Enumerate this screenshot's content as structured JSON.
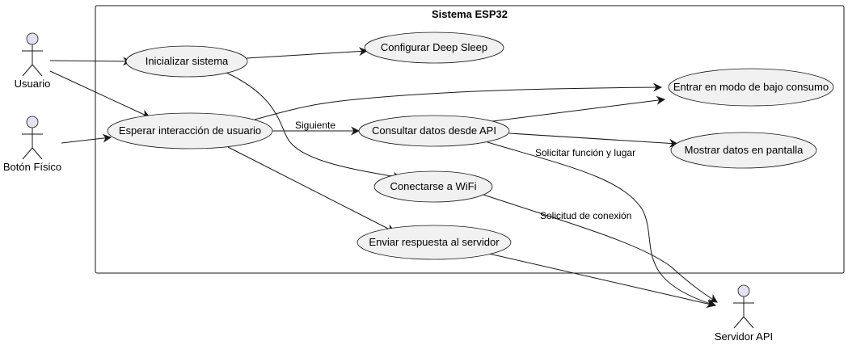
{
  "system": {
    "title": "Sistema ESP32"
  },
  "actors": {
    "usuario": "Usuario",
    "boton": "Botón Físico",
    "servidor": "Servidor API"
  },
  "usecases": {
    "inicializar": "Inicializar sistema",
    "deep_sleep": "Configurar Deep Sleep",
    "esperar": "Esperar interacción de usuario",
    "bajo_consumo": "Entrar en modo de bajo consumo",
    "consultar": "Consultar datos desde API",
    "mostrar": "Mostrar datos en pantalla",
    "wifi": "Conectarse a WiFi",
    "enviar": "Enviar respuesta al servidor"
  },
  "edge_labels": {
    "siguiente": "Siguiente",
    "solicitar": "Solicitar función y lugar",
    "conexion": "Solicitud de conexión"
  }
}
